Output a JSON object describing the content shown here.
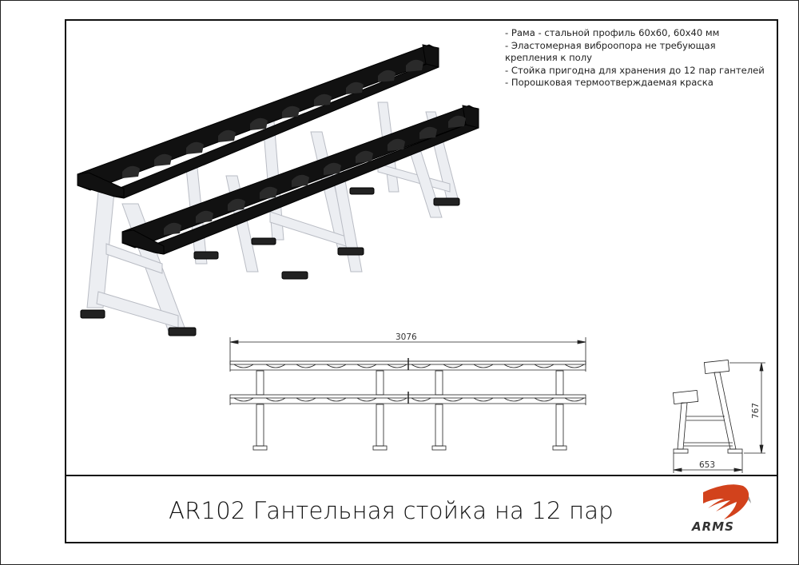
{
  "product": {
    "code": "AR102",
    "title": "AR102 Гантельная стойка на 12 пар"
  },
  "features": [
    "- Рама - стальной профиль 60x60, 60x40 мм",
    "- Эластомерная виброопора не требующая крепления к полу",
    "- Стойка пригодна для хранения до 12 пар гантелей",
    "- Порошковая термоотверждаемая краска"
  ],
  "dimensions": {
    "length": "3076",
    "height": "767",
    "depth": "653"
  },
  "views": {
    "render": "3d-isometric-render",
    "front": "front-elevation",
    "side": "side-elevation"
  },
  "brand": {
    "name": "ARMS",
    "colors": {
      "primary": "#d2421c",
      "shadow": "#9a9a9a",
      "text": "#333333"
    }
  },
  "colors": {
    "frame_white": "#eceef2",
    "frame_shade": "#c9ccd3",
    "rack_black": "#111111",
    "line": "#111111"
  }
}
